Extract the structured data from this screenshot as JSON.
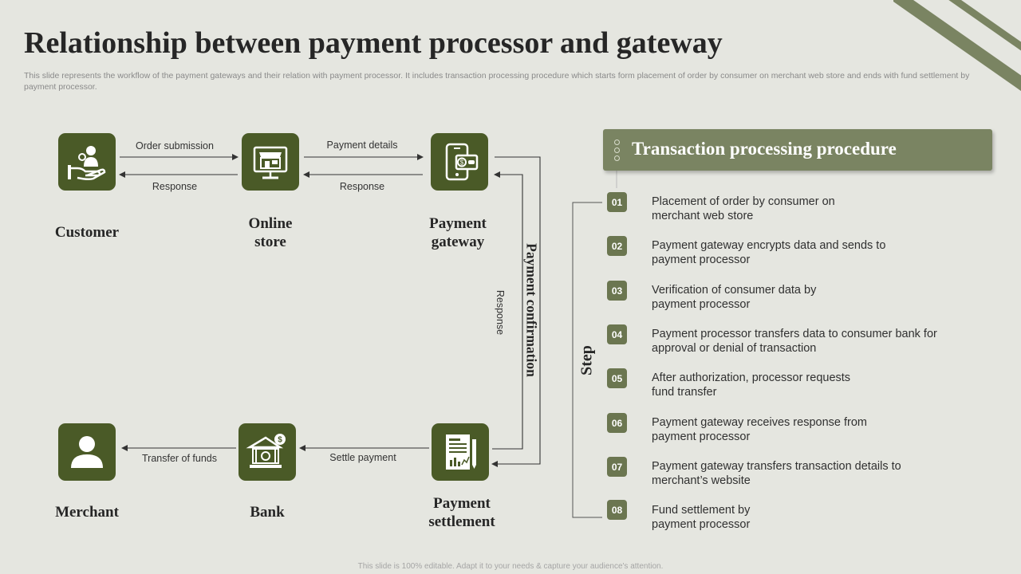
{
  "title": "Relationship between payment processor and gateway",
  "subtitle": "This slide represents the workflow of the payment gateways and their relation with payment processor. It includes transaction processing procedure which starts form placement of order by consumer on merchant web store and ends with fund settlement by payment processor.",
  "footer": "This slide is 100% editable. Adapt it to your needs & capture your audience's attention.",
  "colors": {
    "icon_bg": "#4a5a27",
    "panel_bg": "#7a8462",
    "badge_bg": "#6b7650",
    "background": "#e5e6e0"
  },
  "nodes": {
    "customer": {
      "label": "Customer",
      "icon": "hand-person-icon"
    },
    "online_store": {
      "label_line1": "Online",
      "label_line2": "store",
      "icon": "storefront-monitor-icon"
    },
    "payment_gateway": {
      "label_line1": "Payment",
      "label_line2": "gateway",
      "icon": "mobile-card-payment-icon"
    },
    "merchant": {
      "label": "Merchant",
      "icon": "person-icon"
    },
    "bank": {
      "label": "Bank",
      "icon": "bank-building-icon"
    },
    "payment_settlement": {
      "label_line1": "Payment",
      "label_line2": "settlement",
      "icon": "document-chart-icon"
    }
  },
  "edges": {
    "order_submission": "Order submission",
    "response_1": "Response",
    "payment_details": "Payment details",
    "response_2": "Response",
    "payment_confirmation": "Payment confirmation",
    "response_vertical": "Response",
    "settle_payment": "Settle payment",
    "transfer_of_funds": "Transfer  of funds"
  },
  "panel": {
    "title": "Transaction processing procedure",
    "step_label": "Step",
    "steps": [
      {
        "num": "01",
        "line1": "Placement of order by consumer on",
        "line2": "merchant web store"
      },
      {
        "num": "02",
        "line1": "Payment gateway encrypts data and sends to",
        "line2": "payment processor"
      },
      {
        "num": "03",
        "line1": "Verification  of consumer data by",
        "line2": "payment processor"
      },
      {
        "num": "04",
        "line1": "Payment processor transfers data to consumer bank for",
        "line2": "approval or denial  of transaction"
      },
      {
        "num": "05",
        "line1": "After authorization, processor requests",
        "line2": "fund transfer"
      },
      {
        "num": "06",
        "line1": "Payment gateway receives response from",
        "line2": "payment processor"
      },
      {
        "num": "07",
        "line1": "Payment gateway transfers transaction details to",
        "line2": "merchant’s website"
      },
      {
        "num": "08",
        "line1": "Fund settlement by",
        "line2": "payment processor"
      }
    ]
  }
}
